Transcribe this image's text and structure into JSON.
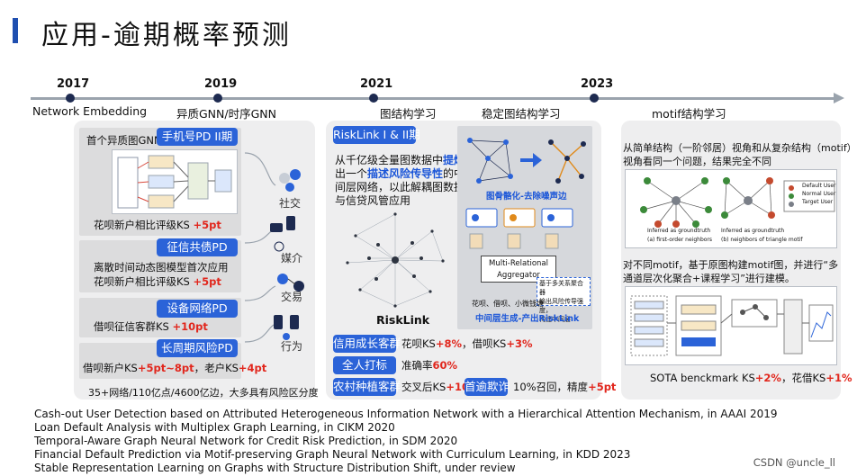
{
  "title": "应用-逾期概率预测",
  "timeline": {
    "years": [
      "2017",
      "2019",
      "2021",
      "2023"
    ],
    "phases": {
      "network_embedding": "Network Embedding",
      "hetero_gnn": "异质GNN/时序GNN",
      "graph_structure": "图结构学习",
      "stable_graph": "稳定图结构学习",
      "motif": "motif结构学习"
    }
  },
  "panel_left": {
    "first_label": "首个异质图GNN",
    "phone_pill": "手机号PD II期",
    "phone_result_prefix": "花呗新户相比评级KS",
    "phone_result_value": "+5pt",
    "credit_pill": "征信共债PD",
    "credit_line1": "离散时间动态图模型首次应用",
    "credit_result_prefix": "花呗新户相比评级KS",
    "credit_result_value": "+5pt",
    "device_pill": "设备网络PD",
    "device_result_prefix": "借呗征信客群KS",
    "device_result_value": "+10pt",
    "longcycle_pill": "长周期风险PD",
    "longcycle_result_prefix": "借呗新户KS",
    "longcycle_result_value1": "+5pt~8pt",
    "longcycle_result_mid": "，老户KS",
    "longcycle_result_value2": "+4pt",
    "footnote": "35+网络/110亿点/4600亿边，大多具有风险区分度",
    "icons": {
      "social": "社交",
      "media": "媒介",
      "trade": "交易",
      "behavior": "行为"
    }
  },
  "panel_middle": {
    "risklink_pill": "RiskLink I & II期",
    "desc_l1_a": "从千亿级全量图数据中",
    "desc_l1_b": "提炼",
    "desc_l2_a": "出一个",
    "desc_l2_b": "描述风险传导性",
    "desc_l2_c": "的中",
    "desc_l3": "间层网络，以此解耦图数据",
    "desc_l4": "与信贷风管应用",
    "network_label": "RiskLink",
    "graph_denoise": "图骨骼化-去除噪声边",
    "aggregator_l1": "Multi-Relational",
    "aggregator_l2": "Aggregator",
    "aggregator_note_l1": "基于多关系聚合器",
    "aggregator_note_l2": "输出风险传导强度，",
    "aggregator_note_l3": "构建中间层",
    "products": "花呗、借呗、小微钱塘",
    "output_label": "中间层生成-产出RiskLink",
    "r1_pill": "信用成长客群",
    "r1_a": "花呗KS",
    "r1_v1": "+8%",
    "r1_b": "，借呗KS",
    "r1_v2": "+3%",
    "r2_pill": "全人打标",
    "r2_a": "准确率",
    "r2_v": "60%",
    "r3_pill": "农村种植客群",
    "r3_a": "交叉后KS",
    "r3_v": "+10pt",
    "r4_pill": "首逾欺诈",
    "r4_a": "10%召回，精度",
    "r4_v": "+5pt"
  },
  "panel_right": {
    "text1_l1": "从简单结构（一阶邻居）视角和从复杂结构（motif）",
    "text1_l2": "视角看同一个问题，结果完全不同",
    "legend_default": "Default User",
    "legend_normal": "Normal User",
    "legend_target": "Target User",
    "caption_a": "Inferred as groundtruth",
    "caption_a2": "(a) first-order neighbors",
    "caption_b": "Inferred as groundtruth",
    "caption_b2": "(b) neighbors of triangle motif",
    "text2_l1": "对不同motif，基于原图构建motif图，并进行“多",
    "text2_l2": "通道层次化聚合+课程学习”进行建模。",
    "sota_a": "SOTA benckmark KS",
    "sota_v1": "+2%",
    "sota_b": "，花借KS",
    "sota_v2": "+1%"
  },
  "references": [
    "Cash-out User Detection based on Attributed Heterogeneous Information Network with a Hierarchical Attention Mechanism, in AAAI 2019",
    "Loan Default Analysis with Multiplex Graph Learning, in CIKM 2020",
    "Temporal-Aware Graph Neural Network for Credit Risk Prediction, in SDM 2020",
    "Financial Default Prediction via Motif-preserving Graph Neural Network with Curriculum Learning, in KDD 2023",
    "Stable Representation Learning on Graphs with Structure Distribution Shift, under review"
  ],
  "watermark": "CSDN @uncle_ll",
  "colors": {
    "accent": "#2b63d8",
    "highlight": "#e1261c",
    "panel": "#eeeeef",
    "title_bar": "#1f4fb0"
  }
}
